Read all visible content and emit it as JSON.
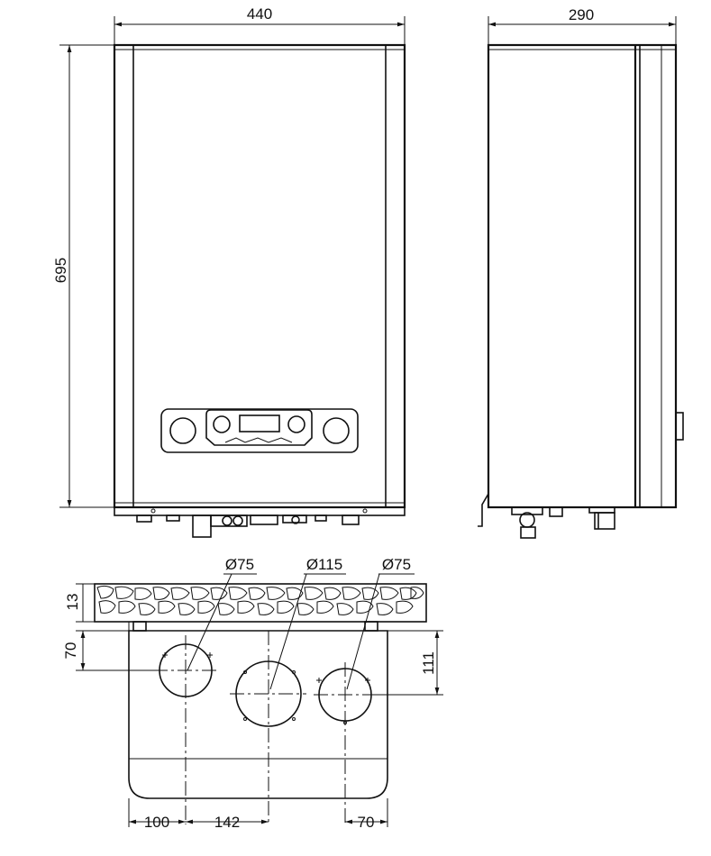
{
  "front_view": {
    "width_label": "440",
    "height_label": "695"
  },
  "side_view": {
    "depth_label": "290"
  },
  "flue_plan": {
    "hole_left_diameter": "Ø75",
    "hole_center_diameter": "Ø115",
    "hole_right_diameter": "Ø75",
    "wall_thickness": "13",
    "left_hole_offset": "70",
    "center_hole_offset": "111",
    "left_hole_from_edge": "100",
    "center_hole_spacing": "142",
    "right_hole_from_edge": "70"
  }
}
